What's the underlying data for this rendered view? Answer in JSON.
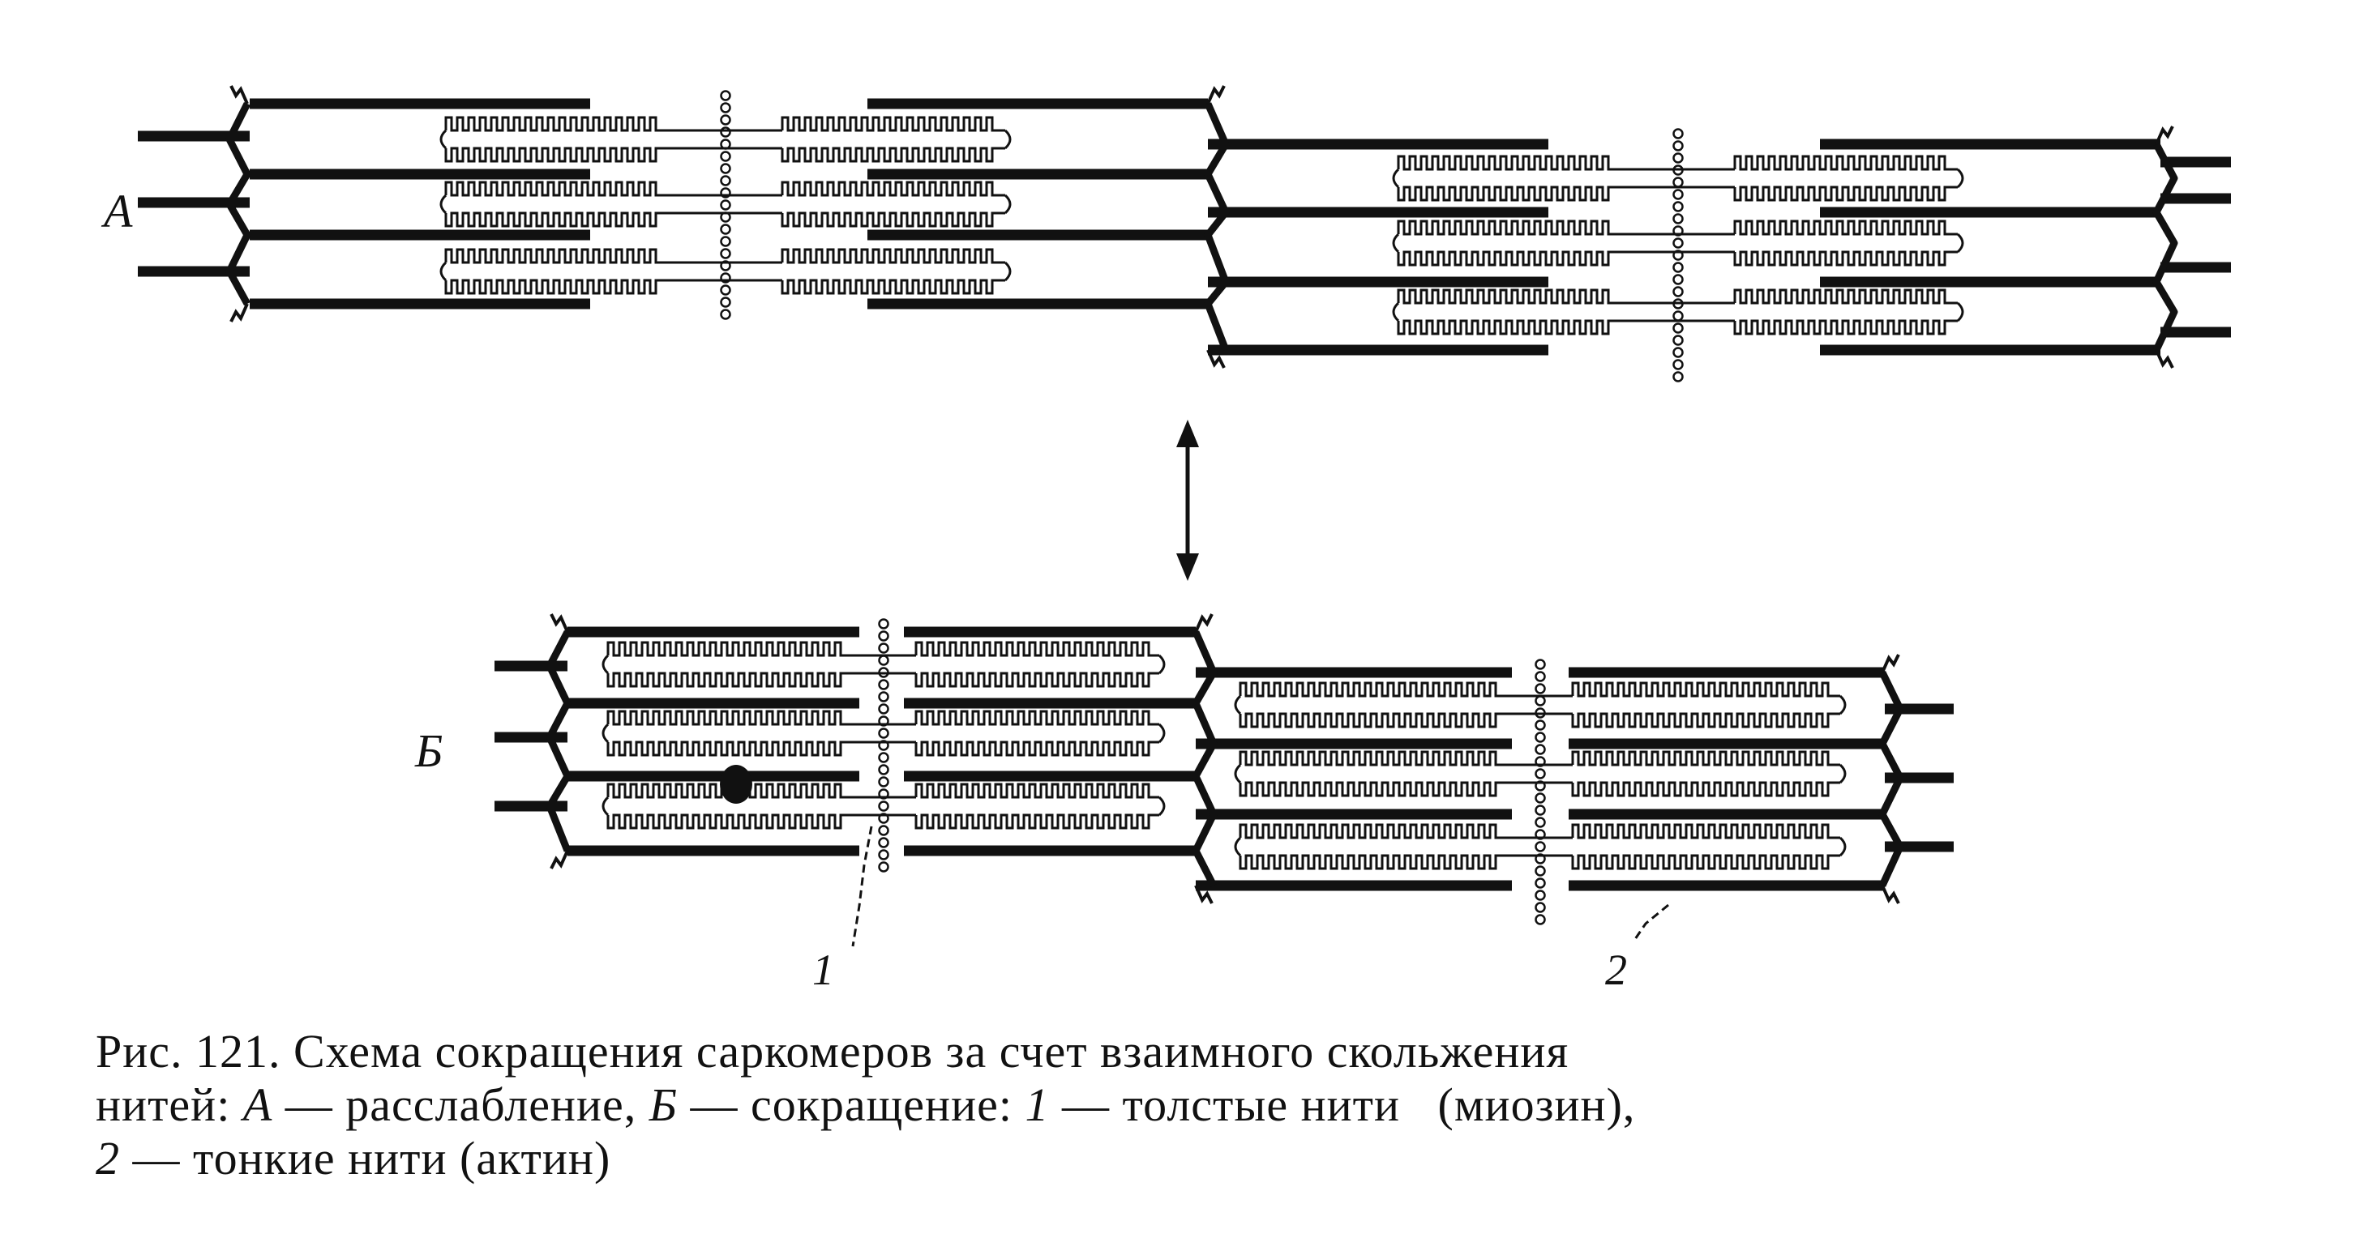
{
  "figure": {
    "panel_labels": {
      "relaxation": "А",
      "contraction": "Б"
    },
    "callouts": {
      "thick": "1",
      "thin": "2"
    }
  },
  "caption": {
    "line1": "Рис. 121. Схема сокращения саркомеров за счет взаимного скольжения",
    "line2_a": "нитей: ",
    "line2_b": "А",
    "line2_c": " — расслабление, ",
    "line2_d": "Б",
    "line2_e": " — сокращение: ",
    "line2_f": "1",
    "line2_g": " — толстые нити   (миозин),",
    "line3_a": "2",
    "line3_b": " — тонкие нити (актин)"
  }
}
